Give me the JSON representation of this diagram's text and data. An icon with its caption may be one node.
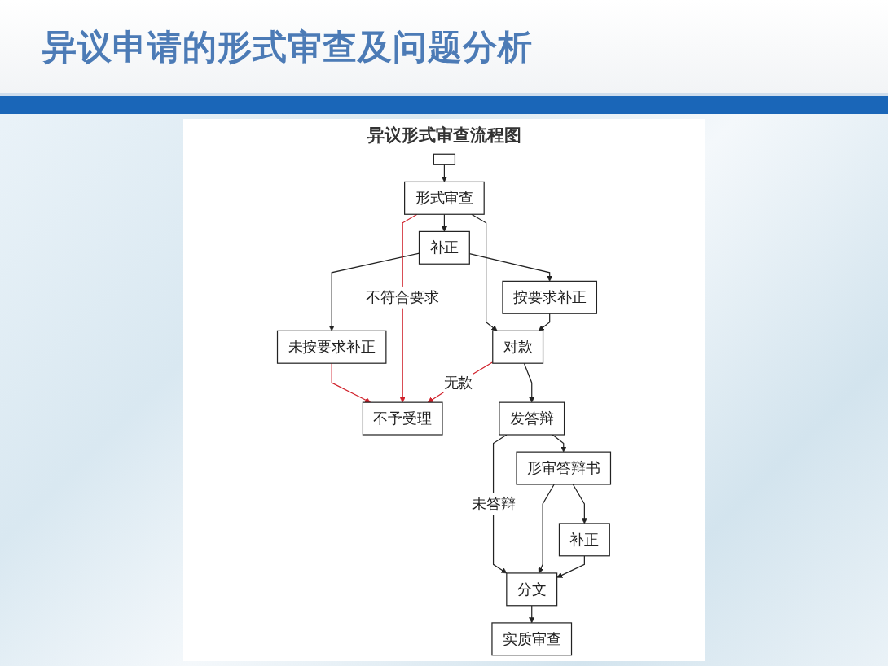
{
  "diagram": {
    "title": "异议申请的形式审查及问题分析",
    "nodes": [
      {
        "text": [],
        "shape": "box"
      },
      {
        "text": [
          "未按要求补正"
        ]
      },
      {
        "text": [
          "补正"
        ]
      },
      {
        "text": [
          "形式审查"
        ]
      },
      {
        "text": [
          "按要求补正"
        ]
      },
      {
        "text": [
          "对款"
        ]
      },
      {
        "text": [
          "不予受理"
        ]
      },
      {
        "text": [
          "发答辩"
        ]
      },
      {
        "text": [
          "补正"
        ]
      },
      {
        "text": [
          "形审答辩书"
        ]
      },
      {
        "text": [
          "分文"
        ]
      },
      {
        "text": [
          "实质审查"
        ]
      }
    ],
    "edges": [
      {
        "from": 0,
        "to": 3,
        "arrow": "to"
      },
      {
        "from": 3,
        "to": 2,
        "arrow": "to"
      },
      {
        "from": 2,
        "to": 1,
        "arrow": "to"
      },
      {
        "from": 1,
        "to": 6,
        "arrow": "to",
        "color": "#d0202a"
      },
      {
        "from": 3,
        "to": 6,
        "arrow": "to",
        "label": "不符合要求",
        "color": "#d0202a"
      },
      {
        "from": 3,
        "to": 5,
        "arrow": "to"
      },
      {
        "from": 2,
        "to": 4,
        "arrow": "to"
      },
      {
        "from": 4,
        "to": 5,
        "arrow": "to"
      },
      {
        "from": 5,
        "to": 6,
        "arrow": "to",
        "label": "无款",
        "color": "#d0202a"
      },
      {
        "from": 5,
        "to": 7,
        "arrow": "to"
      },
      {
        "from": 7,
        "to": 9,
        "arrow": "to"
      },
      {
        "from": 7,
        "to": 10,
        "arrow": "to",
        "label": "未答辩"
      },
      {
        "from": 9,
        "to": 8,
        "arrow": "to"
      },
      {
        "from": 9,
        "to": 10,
        "arrow": "to"
      },
      {
        "from": 8,
        "to": 10,
        "arrow": "to"
      },
      {
        "from": 10,
        "to": 11,
        "arrow": "to"
      }
    ],
    "labels": [
      "异议形式审查流程图"
    ]
  }
}
